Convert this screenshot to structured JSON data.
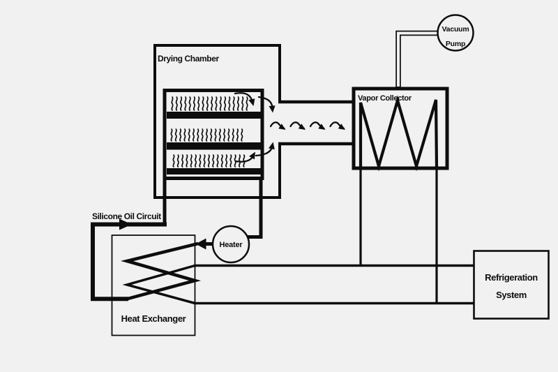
{
  "colors": {
    "background": "#f0f1f0",
    "ink": "#0d0d0d"
  },
  "labels": {
    "drying_chamber": "Drying Chamber",
    "vapor_collector": "Vapor Collector",
    "vacuum_pump_line1": "Vacuum",
    "vacuum_pump_line2": "Pump",
    "heater": "Heater",
    "heat_exchanger": "Heat Exchanger",
    "silicone_oil_circuit": "Silicone Oil Circuit",
    "refrigeration_line1": "Refrigeration",
    "refrigeration_line2": "System"
  }
}
